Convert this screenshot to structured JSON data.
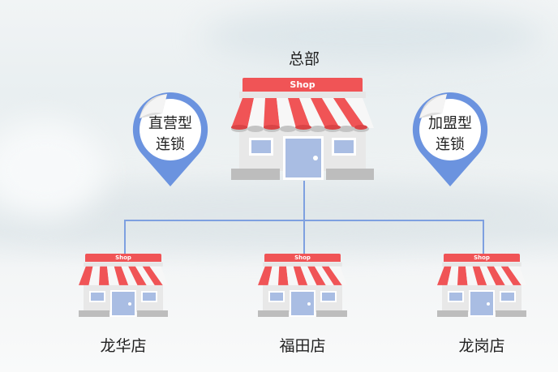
{
  "headquarters": {
    "title": "总部",
    "shop_sign": "Shop"
  },
  "chain_types": [
    {
      "line1": "直营型",
      "line2": "连锁",
      "color": "#6b93df"
    },
    {
      "line1": "加盟型",
      "line2": "连锁",
      "color": "#6b93df"
    }
  ],
  "branches": [
    {
      "name": "龙华店",
      "shop_sign": "Shop"
    },
    {
      "name": "福田店",
      "shop_sign": "Shop"
    },
    {
      "name": "龙岗店",
      "shop_sign": "Shop"
    }
  ],
  "colors": {
    "awning_red": "#f05456",
    "connector": "#7ea0e0",
    "pin_blue": "#6b93df",
    "window_blue": "#a9bde3"
  }
}
